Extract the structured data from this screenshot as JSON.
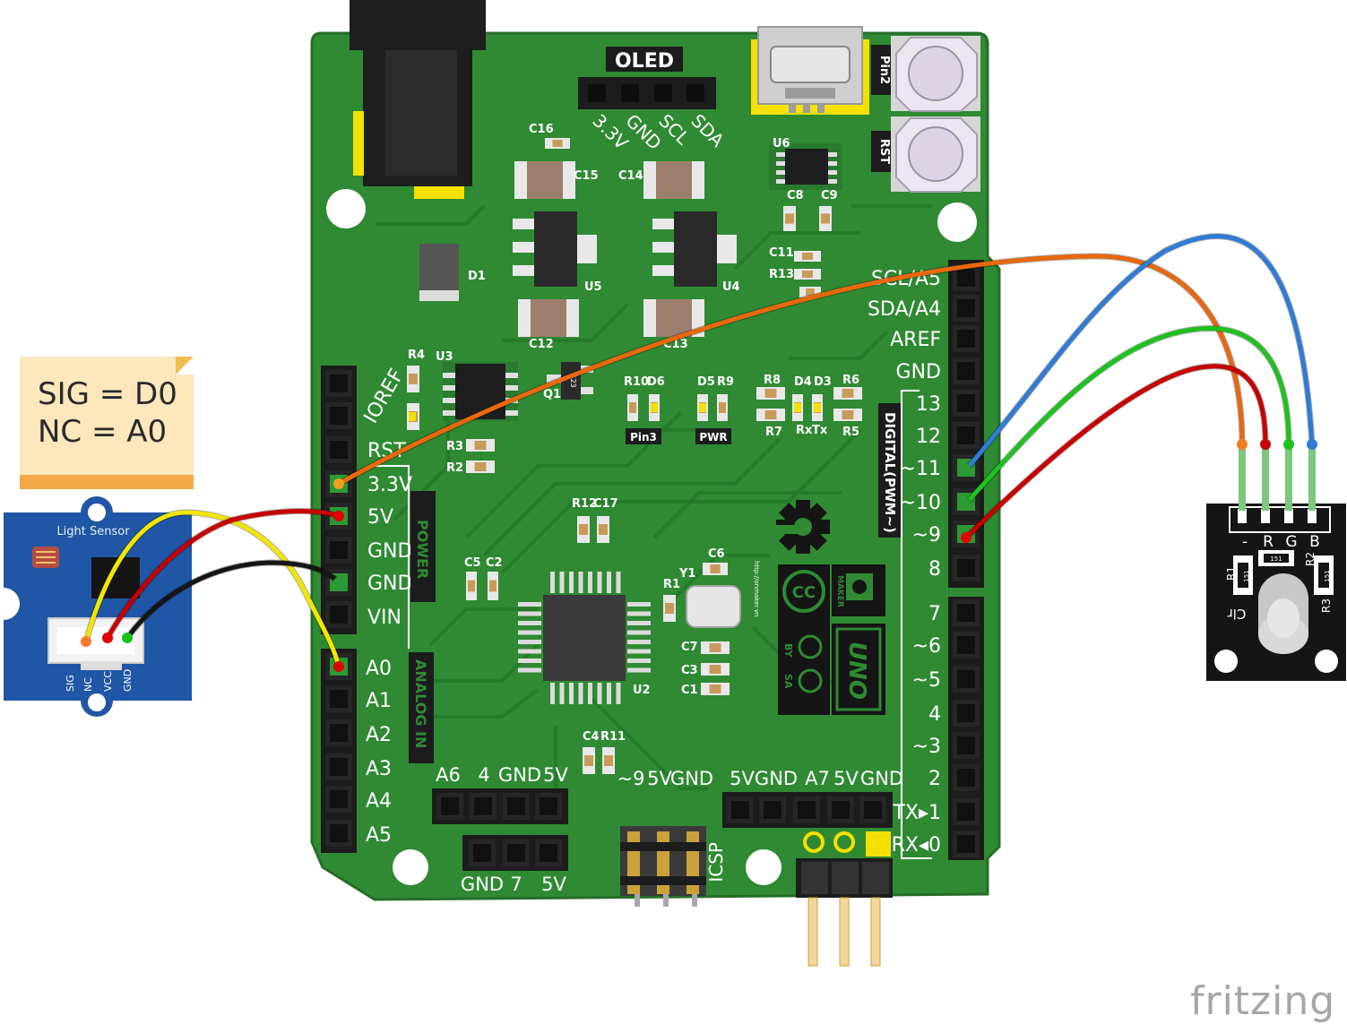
{
  "note": {
    "line1": "SIG = D0",
    "line2": "NC = A0"
  },
  "brand": "fritzing",
  "sensor_module": {
    "title": "Light Sensor",
    "pins": [
      "SIG",
      "NC",
      "VCC",
      "GND"
    ]
  },
  "rgb_module": {
    "pins": [
      "-",
      "R",
      "G",
      "B"
    ],
    "labels": [
      "R1",
      "R2",
      "R3",
      "151",
      "151",
      "151",
      "Clr"
    ]
  },
  "board": {
    "oled": {
      "title": "OLED",
      "pins": [
        "3.3V",
        "GND",
        "SCL",
        "SDA"
      ]
    },
    "power_header": {
      "title": "POWER",
      "pins": [
        "IOREF",
        "RST",
        "3.3V",
        "5V",
        "GND",
        "GND",
        "VIN"
      ]
    },
    "analog_header": {
      "title": "ANALOG IN",
      "pins": [
        "A0",
        "A1",
        "A2",
        "A3",
        "A4",
        "A5"
      ]
    },
    "digital_header": {
      "title": "DIGITAL(PWM~)",
      "upper_pins": [
        "SCL/A5",
        "SDA/A4",
        "AREF",
        "GND",
        "13",
        "12",
        "~11",
        "~10",
        "~9",
        "8"
      ],
      "lower_pins": [
        "7",
        "~6",
        "~5",
        "4",
        "~3",
        "2",
        "TX▸1",
        "RX◂0"
      ]
    },
    "bottom_left_header": [
      "A6",
      "4",
      "GND",
      "5V"
    ],
    "bottom_left_header2": [
      "GND",
      "7",
      "5V"
    ],
    "bottom_mid_labels": [
      "~9",
      "5V",
      "GND"
    ],
    "bottom_right_header": [
      "5V",
      "GND",
      "A7",
      "5V",
      "GND"
    ],
    "icsp_label": "ICSP",
    "button_labels": [
      "Pin2",
      "RST"
    ],
    "led_groups": [
      "Pin3",
      "PWR"
    ],
    "components": [
      "C16",
      "C15",
      "C14",
      "U6",
      "C8",
      "C9",
      "C11",
      "R13",
      "D1",
      "U5",
      "U4",
      "C12",
      "C13",
      "R4",
      "U3",
      "Q1",
      "R3",
      "R2",
      "R10",
      "D6",
      "D5",
      "R9",
      "R8",
      "D4",
      "D3",
      "R6",
      "R7",
      "Rx",
      "Tx",
      "R5",
      "R12",
      "C17",
      "C5",
      "C2",
      "C6",
      "Y1",
      "R1",
      "C7",
      "C3",
      "C1",
      "U2",
      "C4",
      "R11"
    ],
    "logo_texts": [
      "CC",
      "BY",
      "SA",
      "MAKER",
      "UNO"
    ],
    "url_text": "http://onmaker.vn",
    "q1_marking": "S23"
  },
  "colors": {
    "board": "#2f8a33",
    "board_edge": "#1f6b24",
    "trace": "#247a29",
    "wire_orange": "#e8680e",
    "wire_blue": "#2f7bd6",
    "wire_green": "#1ec21e",
    "wire_red": "#c80000",
    "wire_yellow": "#f2e600",
    "wire_black": "#151515",
    "sensor_blue": "#1f56a5"
  }
}
